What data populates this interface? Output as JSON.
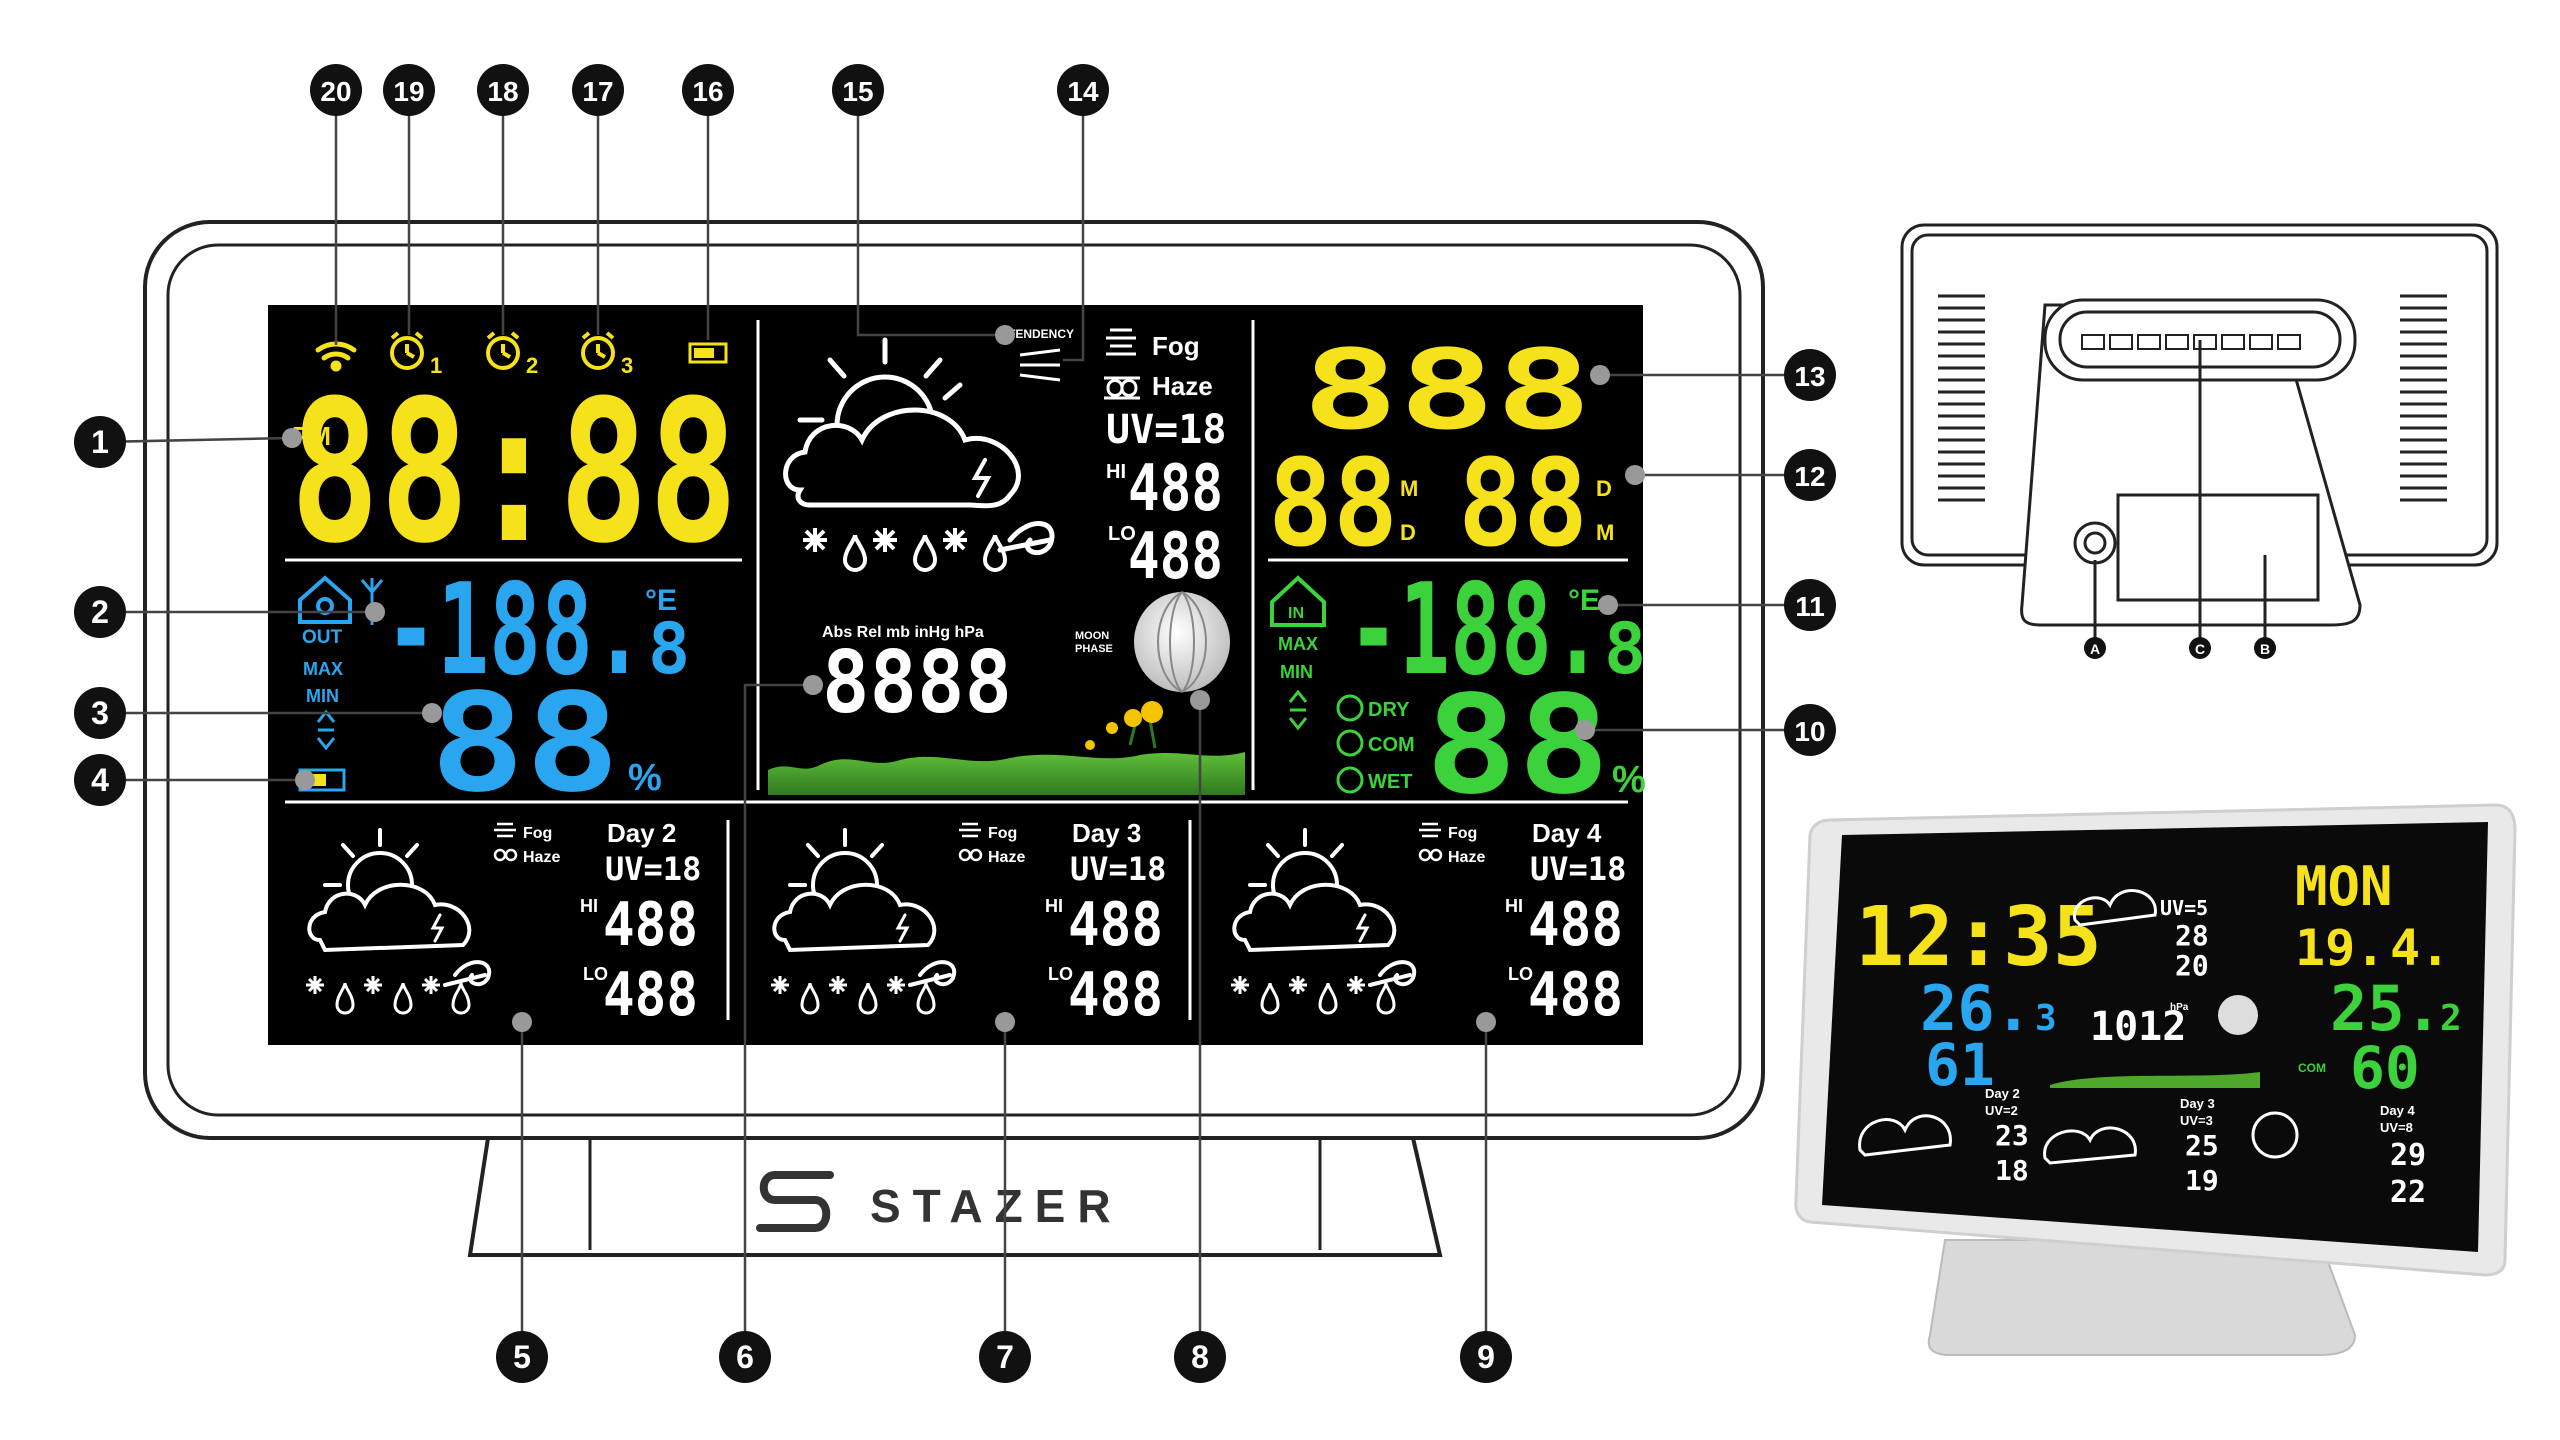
{
  "callouts": [
    {
      "n": "1"
    },
    {
      "n": "2"
    },
    {
      "n": "3"
    },
    {
      "n": "4"
    },
    {
      "n": "5"
    },
    {
      "n": "6"
    },
    {
      "n": "7"
    },
    {
      "n": "8"
    },
    {
      "n": "9"
    },
    {
      "n": "10"
    },
    {
      "n": "11"
    },
    {
      "n": "12"
    },
    {
      "n": "13"
    },
    {
      "n": "14"
    },
    {
      "n": "15"
    },
    {
      "n": "16"
    },
    {
      "n": "17"
    },
    {
      "n": "18"
    },
    {
      "n": "19"
    },
    {
      "n": "20"
    }
  ],
  "brand": "STAZER",
  "main": {
    "pm": "PM",
    "time": "88:88",
    "alarm1_sub": "1",
    "alarm2_sub": "2",
    "alarm3_sub": "3",
    "tendency": "TENDENCY",
    "fog": "Fog",
    "haze": "Haze",
    "uv": "UV=18",
    "hi": "HI",
    "lo": "LO",
    "hi_val": "488",
    "lo_val": "488",
    "deg": "°E",
    "pressure_units": "Abs Rel mb inHg hPa",
    "pressure_val": "8888",
    "moon_phase_1": "MOON",
    "moon_phase_2": "PHASE",
    "weekday": "888",
    "date_left": "88",
    "date_right": "88",
    "m1": "M",
    "d1": "D",
    "d2": "D",
    "m2": "M",
    "out": "OUT",
    "in": "IN",
    "max": "MAX",
    "min": "MIN",
    "out_temp": "-188.",
    "out_temp_dec": "8",
    "out_hum": "88",
    "pct": "%",
    "in_temp": "-188.",
    "in_temp_dec": "8",
    "in_hum": "88",
    "dry": "DRY",
    "com": "COM",
    "wet": "WET",
    "day2": "Day 2",
    "day3": "Day 3",
    "day4": "Day 4",
    "fc_uv": "UV=18",
    "fc_hi": "488",
    "fc_lo": "488"
  },
  "back": {
    "a": "A",
    "b": "B",
    "c": "C"
  },
  "photo": {
    "time": "12:35",
    "weekday": "MON",
    "date_d": "19.",
    "date_m": "4.",
    "out_temp": "26.",
    "out_temp_dec": "3",
    "out_hum": "61",
    "in_temp": "25.",
    "in_temp_dec": "2",
    "in_hum": "60",
    "uv": "UV=5",
    "hi": "28",
    "lo": "20",
    "pressure": "1012",
    "hpa": "hPa",
    "com": "COM",
    "day2": "Day 2",
    "day2_uv": "UV=2",
    "day2_hi": "23",
    "day2_lo": "18",
    "day3": "Day 3",
    "day3_uv": "UV=3",
    "day3_hi": "25",
    "day3_lo": "19",
    "day4": "Day 4",
    "day4_uv": "UV=8",
    "day4_hi": "29",
    "day4_lo": "22"
  },
  "colors": {
    "yellow": "#f5e21b",
    "blue": "#2aa5ef",
    "green": "#3bd23b",
    "screen": "#000000"
  }
}
